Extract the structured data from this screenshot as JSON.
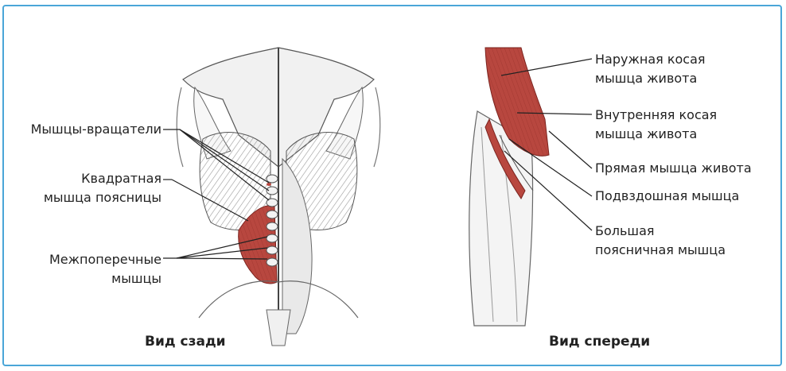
{
  "figure": {
    "back_view": {
      "caption": "Вид сзади",
      "labels": {
        "rotators": "Мышцы-вращатели",
        "quadratus_line1": "Квадратная",
        "quadratus_line2": "мышца поясницы",
        "intertransverse_line1": "Межпоперечные",
        "intertransverse_line2": "мышцы"
      }
    },
    "front_view": {
      "caption": "Вид спереди",
      "labels": {
        "external_oblique_line1": "Наружная косая",
        "external_oblique_line2": "мышца живота",
        "internal_oblique_line1": "Внутренняя косая",
        "internal_oblique_line2": "мышца живота",
        "rectus": "Прямая мышца живота",
        "iliacus": "Подвздошная мышца",
        "psoas_line1": "Большая",
        "psoas_line2": "поясничная мышца"
      }
    },
    "colors": {
      "border": "#4aa6d8",
      "muscle_red": "#b8473f",
      "leader_line": "#222222"
    }
  }
}
